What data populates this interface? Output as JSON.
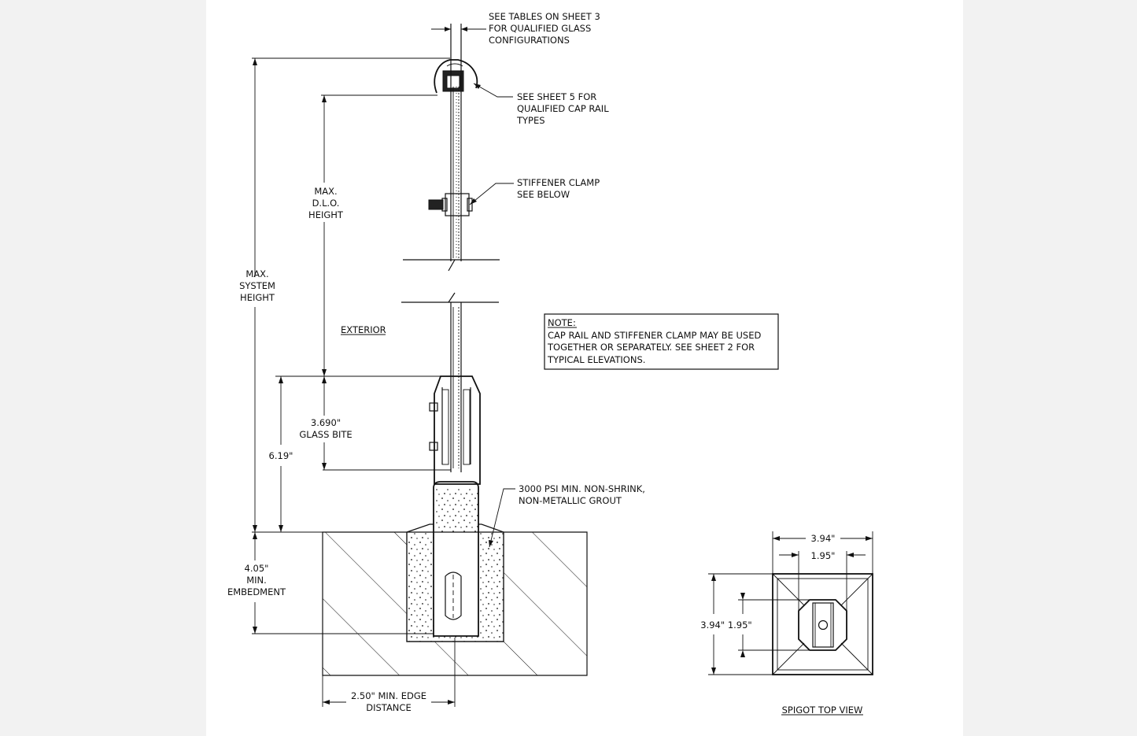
{
  "callouts": {
    "glass": [
      "SEE TABLES ON SHEET 3",
      "FOR QUALIFIED GLASS",
      "CONFIGURATIONS"
    ],
    "cap_rail": [
      "SEE SHEET 5 FOR",
      "QUALIFIED CAP RAIL",
      "TYPES"
    ],
    "stiffener": [
      "STIFFENER CLAMP",
      "SEE BELOW"
    ],
    "grout": [
      "3000 PSI MIN. NON-SHRINK,",
      "NON-METALLIC GROUT"
    ]
  },
  "dimensions": {
    "max_dlo": [
      "MAX.",
      "D.L.O.",
      "HEIGHT"
    ],
    "max_system": [
      "MAX.",
      "SYSTEM",
      "HEIGHT"
    ],
    "glass_bite": [
      "3.690\"",
      "GLASS BITE"
    ],
    "base_height": "6.19\"",
    "embedment": [
      "4.05\"",
      "MIN.",
      "EMBEDMENT"
    ],
    "edge_distance": [
      "2.50\" MIN. EDGE",
      "DISTANCE"
    ],
    "top_view_width_outer": "3.94\"",
    "top_view_width_inner": "1.95\"",
    "top_view_height": "3.94\" 1.95\""
  },
  "labels": {
    "exterior": "EXTERIOR",
    "spigot_top_view": "SPIGOT TOP VIEW"
  },
  "note": {
    "title": "NOTE:",
    "lines": [
      "CAP RAIL AND STIFFENER CLAMP MAY BE USED",
      "TOGETHER OR SEPARATELY. SEE SHEET 2 FOR",
      "TYPICAL ELEVATIONS."
    ]
  }
}
